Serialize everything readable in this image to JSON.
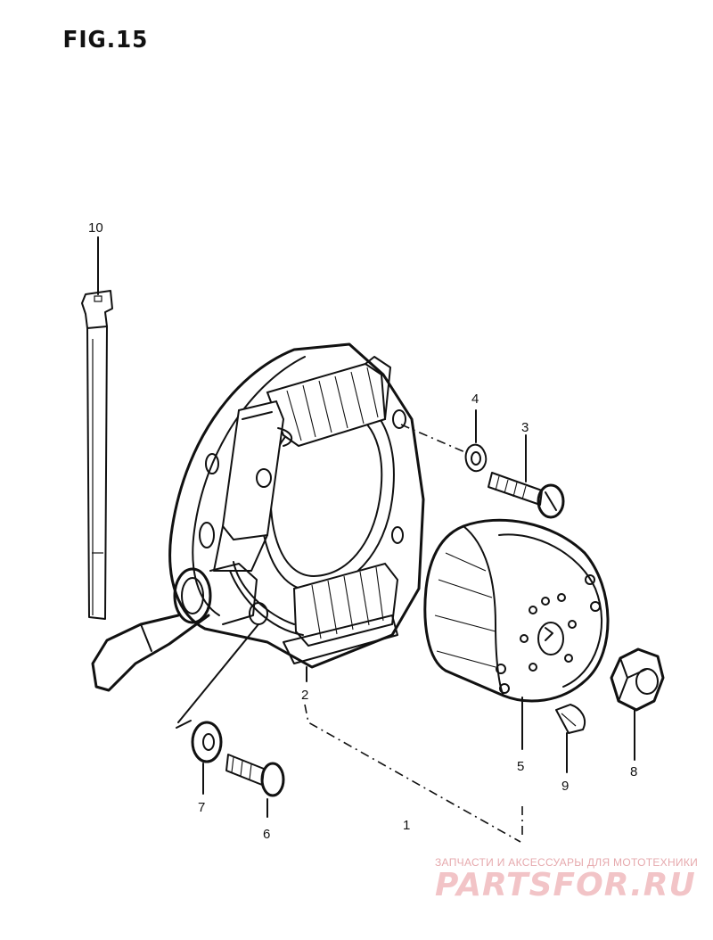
{
  "figure": {
    "title": "FIG.15"
  },
  "callouts": [
    {
      "id": "callout-10",
      "label": "10"
    },
    {
      "id": "callout-4",
      "label": "4"
    },
    {
      "id": "callout-3",
      "label": "3"
    },
    {
      "id": "callout-2",
      "label": "2"
    },
    {
      "id": "callout-5",
      "label": "5"
    },
    {
      "id": "callout-9",
      "label": "9"
    },
    {
      "id": "callout-8",
      "label": "8"
    },
    {
      "id": "callout-7",
      "label": "7"
    },
    {
      "id": "callout-6",
      "label": "6"
    },
    {
      "id": "callout-1",
      "label": "1"
    }
  ],
  "watermark": {
    "tagline": "ЗАПЧАСТИ И АКСЕССУАРЫ ДЛЯ МОТОТЕХНИКИ",
    "logo": "PARTSFOR.RU"
  }
}
